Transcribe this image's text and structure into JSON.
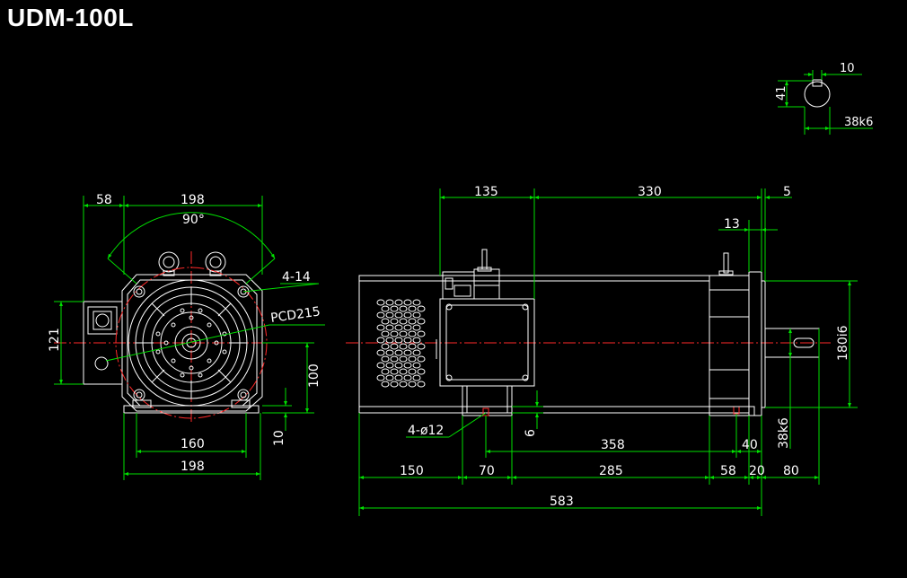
{
  "title": "UDM-100L",
  "shaft_detail": {
    "key_width": "10",
    "key_depth": "41",
    "shaft_dia": "38k6"
  },
  "front_view": {
    "dim_58": "58",
    "dim_198_top": "198",
    "angle": "90°",
    "holes": "4-14",
    "pcd": "PCD215",
    "dim_121": "121",
    "dim_100": "100",
    "dim_10": "10",
    "dim_160": "160",
    "dim_198_bottom": "198"
  },
  "side_view": {
    "dim_135": "135",
    "dim_330": "330",
    "dim_5": "5",
    "dim_13": "13",
    "dim_180": "180i6",
    "dim_38": "38k6",
    "foot_holes": "4-ø12",
    "dim_6": "6",
    "dim_358": "358",
    "dim_40": "40",
    "dim_150": "150",
    "dim_70": "70",
    "dim_285": "285",
    "dim_58": "58",
    "dim_20": "20",
    "dim_80": "80",
    "dim_583": "583"
  }
}
